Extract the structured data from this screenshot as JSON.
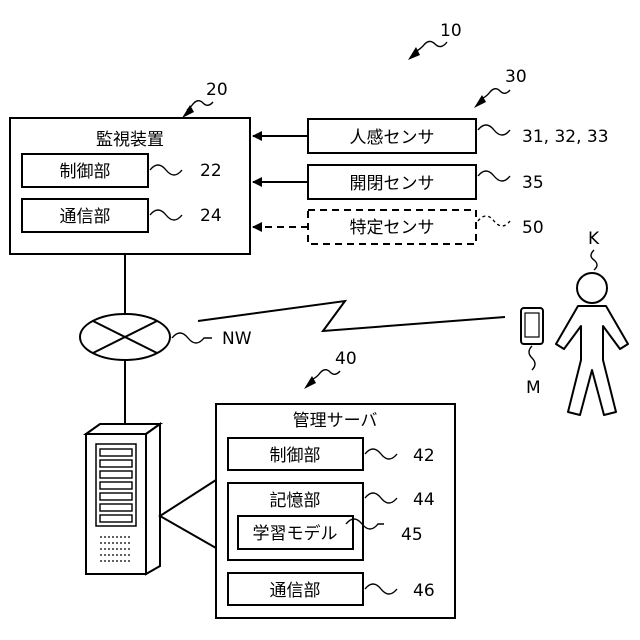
{
  "figure_number": "10",
  "monitoring_device": {
    "ref": "20",
    "title": "監視装置",
    "control": {
      "label": "制御部",
      "ref": "22"
    },
    "comm": {
      "label": "通信部",
      "ref": "24"
    }
  },
  "sensors": {
    "group_ref": "30",
    "motion": {
      "label": "人感センサ",
      "ref": "31, 32, 33"
    },
    "door": {
      "label": "開閉センサ",
      "ref": "35"
    },
    "specific": {
      "label": "特定センサ",
      "ref": "50"
    }
  },
  "network": {
    "ref": "NW"
  },
  "server": {
    "ref": "40",
    "title": "管理サーバ",
    "control": {
      "label": "制御部",
      "ref": "42"
    },
    "storage": {
      "label": "記憶部",
      "ref": "44"
    },
    "model": {
      "label": "学習モデル",
      "ref": "45"
    },
    "comm": {
      "label": "通信部",
      "ref": "46"
    }
  },
  "person": {
    "ref": "K"
  },
  "mobile": {
    "ref": "M"
  }
}
